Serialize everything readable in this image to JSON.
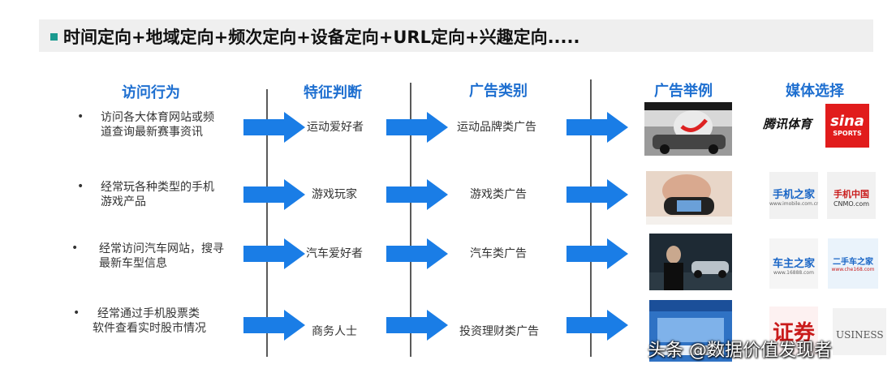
{
  "title": "时间定向+地域定向+频次定向+设备定向+URL定向+兴趣定向.....",
  "columns": {
    "behavior": "访问行为",
    "feature": "特征判断",
    "ad_type": "广告类别",
    "ad_example": "广告举例",
    "media": "媒体选择"
  },
  "rows": [
    {
      "behavior_line1": "访问各大体育网站或频",
      "behavior_line2": "道查询最新赛事资讯",
      "feature": "运动爱好者",
      "ad_type": "运动品牌类广告"
    },
    {
      "behavior_line1": "经常玩各种类型的手机",
      "behavior_line2": "游戏产品",
      "feature": "游戏玩家",
      "ad_type": "游戏类广告"
    },
    {
      "behavior_line1": "经常访问汽车网站，搜寻",
      "behavior_line2": "最新车型信息",
      "feature": "汽车爱好者",
      "ad_type": "汽车类广告"
    },
    {
      "behavior_line1": "经常通过手机股票类",
      "behavior_line2": "软件查看实时股市情况",
      "feature": "商务人士",
      "ad_type": "投资理财类广告"
    }
  ],
  "media": {
    "row1": {
      "logo1": "腾讯体育",
      "logo2_main": "sina",
      "logo2_sub": "SPORTS"
    },
    "row2": {
      "logo1_main": "手机之家",
      "logo1_sub": "www.imobile.com.cn",
      "logo2_main": "手机中国",
      "logo2_sub": "CNMO.com"
    },
    "row3": {
      "logo1_main": "车主之家",
      "logo1_sub": "www.16888.com",
      "logo2_main": "二手车之家",
      "logo2_sub": "www.che168.com"
    },
    "row4": {
      "logo1": "证券",
      "logo2_main": "USINESS"
    }
  },
  "watermark": "头条 @数据价值发现者",
  "colors": {
    "heading_blue": "#1e6fd0",
    "arrow_blue": "#1a7de6",
    "bullet_teal": "#1a9a8f"
  }
}
